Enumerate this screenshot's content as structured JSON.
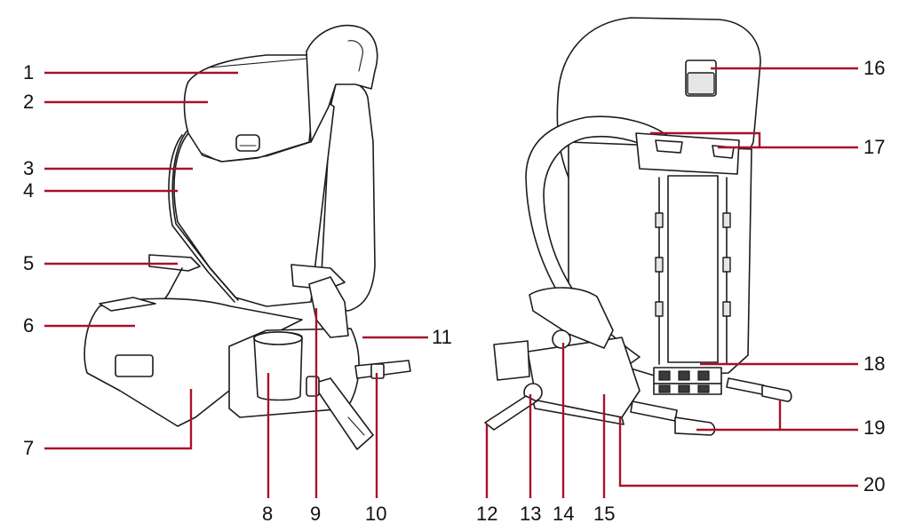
{
  "diagram": {
    "callouts": [
      {
        "id": "1",
        "label": "1"
      },
      {
        "id": "2",
        "label": "2"
      },
      {
        "id": "3",
        "label": "3"
      },
      {
        "id": "4",
        "label": "4"
      },
      {
        "id": "5",
        "label": "5"
      },
      {
        "id": "6",
        "label": "6"
      },
      {
        "id": "7",
        "label": "7"
      },
      {
        "id": "8",
        "label": "8"
      },
      {
        "id": "9",
        "label": "9"
      },
      {
        "id": "10",
        "label": "10"
      },
      {
        "id": "11",
        "label": "11"
      },
      {
        "id": "12",
        "label": "12"
      },
      {
        "id": "13",
        "label": "13"
      },
      {
        "id": "14",
        "label": "14"
      },
      {
        "id": "15",
        "label": "15"
      },
      {
        "id": "16",
        "label": "16"
      },
      {
        "id": "17",
        "label": "17"
      },
      {
        "id": "18",
        "label": "18"
      },
      {
        "id": "19",
        "label": "19"
      },
      {
        "id": "20",
        "label": "20"
      }
    ],
    "colors": {
      "leader": "#a8122a",
      "ink": "#1c1c1c",
      "background": "#ffffff"
    }
  }
}
